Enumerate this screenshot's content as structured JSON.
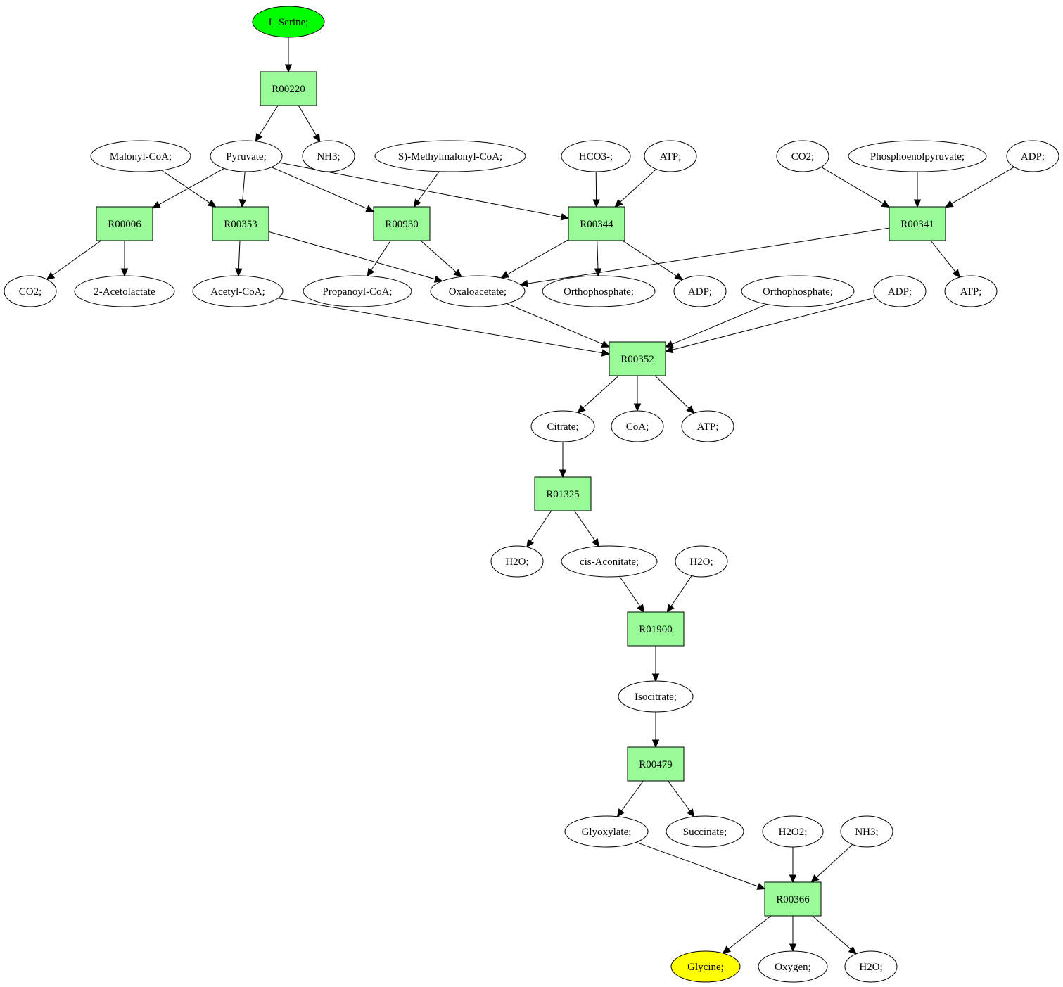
{
  "colors": {
    "reaction_fill": "#98fb98",
    "start_fill": "#00ff00",
    "end_fill": "#ffff00",
    "compound_fill": "#ffffff",
    "stroke": "#000000"
  },
  "nodes": {
    "serine": "L-Serine;",
    "r00220": "R00220",
    "malonyl_coa": "Malonyl-CoA;",
    "pyruvate": "Pyruvate;",
    "nh3_a": "NH3;",
    "methylmalonyl_coa": "S)-Methylmalonyl-CoA;",
    "hco3": "HCO3-;",
    "atp_a": "ATP;",
    "co2_a": "CO2;",
    "pep": "Phosphoenolpyruvate;",
    "adp_a": "ADP;",
    "r00006": "R00006",
    "r00353": "R00353",
    "r00930": "R00930",
    "r00344": "R00344",
    "r00341": "R00341",
    "co2_b": "CO2;",
    "acetolactate": "2-Acetolactate",
    "acetyl_coa": "Acetyl-CoA;",
    "propanoyl_coa": "Propanoyl-CoA;",
    "oxaloacetate": "Oxaloacetate;",
    "orthophosphate_a": "Orthophosphate;",
    "adp_b": "ADP;",
    "orthophosphate_b": "Orthophosphate;",
    "adp_c": "ADP;",
    "atp_b": "ATP;",
    "r00352": "R00352",
    "citrate": "Citrate;",
    "coa": "CoA;",
    "atp_c": "ATP;",
    "r01325": "R01325",
    "h2o_a": "H2O;",
    "cis_aconitate": "cis-Aconitate;",
    "h2o_b": "H2O;",
    "r01900": "R01900",
    "isocitrate": "Isocitrate;",
    "r00479": "R00479",
    "glyoxylate": "Glyoxylate;",
    "succinate": "Succinate;",
    "h2o2": "H2O2;",
    "nh3_b": "NH3;",
    "r00366": "R00366",
    "glycine": "Glycine;",
    "oxygen": "Oxygen;",
    "h2o_c": "H2O;"
  }
}
